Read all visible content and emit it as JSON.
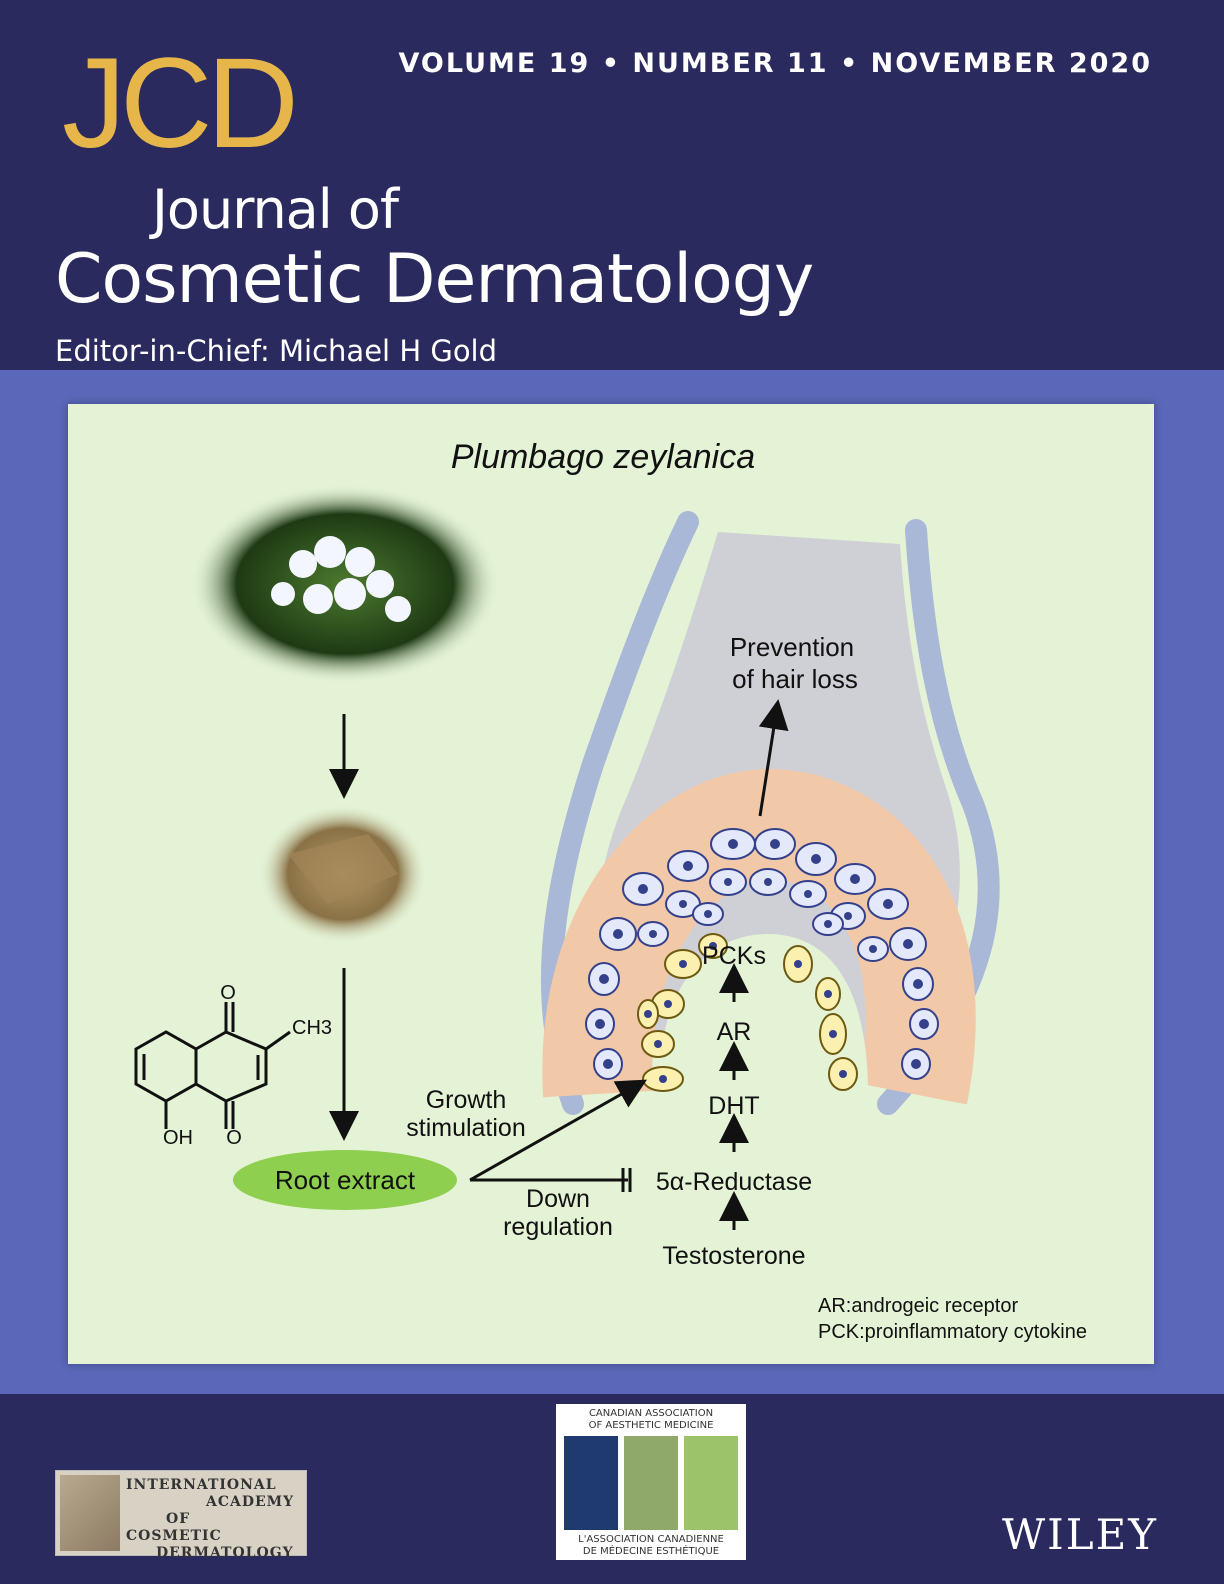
{
  "header": {
    "logo": "JCD",
    "issue": "VOLUME 19 • NUMBER 11 • NOVEMBER 2020",
    "title_line1": "Journal of",
    "title_line2": "Cosmetic Dermatology",
    "editor": "Editor-in-Chief: Michael H Gold"
  },
  "figure": {
    "title": "Plumbago zeylanica",
    "chemical": {
      "ch3": "CH3",
      "oh": "OH",
      "o_top": "O",
      "o_bottom": "O"
    },
    "root_extract": "Root extract",
    "growth_1": "Growth",
    "growth_2": "stimulation",
    "down_1": "Down",
    "down_2": "regulation",
    "prevention_1": "Prevention",
    "prevention_2": "of hair loss",
    "pathway": [
      "PCKs",
      "AR",
      "DHT",
      "5α-Reductase",
      "Testosterone"
    ],
    "legend_1": "AR:androgeic receptor",
    "legend_2": "PCK:proinflammatory cytokine"
  },
  "footer": {
    "iacd_line1": "INTERNATIONAL",
    "iacd_line2": "ACADEMY",
    "iacd_line3": "OF",
    "iacd_line4": "COSMETIC",
    "iacd_line5": "DERMATOLOGY",
    "caam_top1": "CANADIAN ASSOCIATION",
    "caam_top2": "OF AESTHETIC MEDICINE",
    "caam_bot1": "L'ASSOCIATION CANADIENNE",
    "caam_bot2": "DE MÉDECINE ESTHÉTIQUE",
    "publisher": "WILEY"
  },
  "colors": {
    "navy": "#2b2a5e",
    "band": "#5b67b8",
    "panel": "#e4f3d6",
    "gold": "#e6b64a"
  }
}
